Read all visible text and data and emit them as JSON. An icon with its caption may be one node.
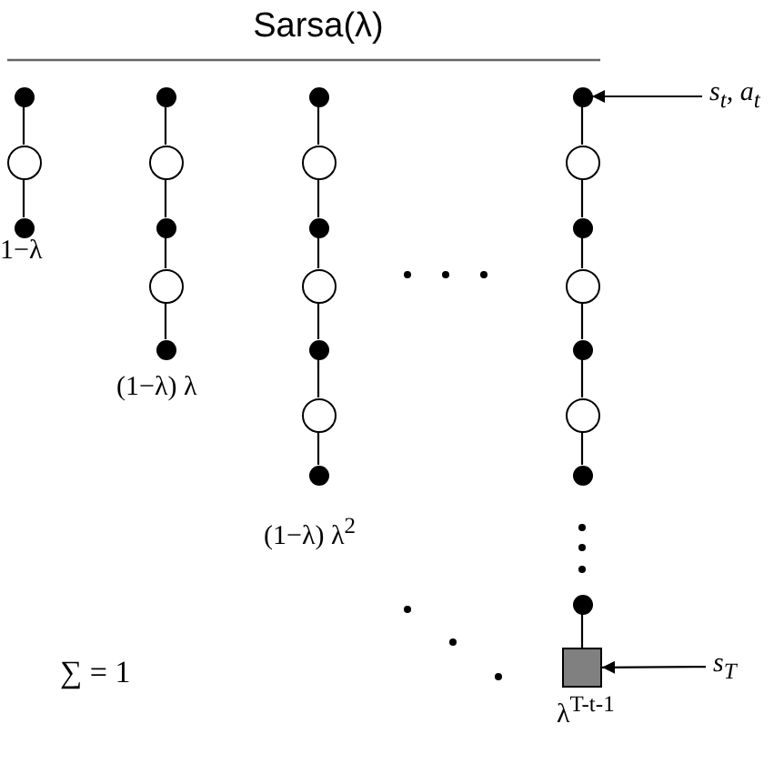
{
  "diagram": {
    "title": "Sarsa(λ)",
    "nodes": [
      {
        "text": [],
        "shape": "circle"
      },
      {
        "text": [],
        "shape": "circle"
      },
      {
        "text": [],
        "shape": "circle"
      },
      {
        "text": [],
        "shape": "circle"
      },
      {
        "text": [],
        "shape": "circle"
      },
      {
        "text": [],
        "shape": "circle"
      },
      {
        "text": [],
        "shape": "circle"
      },
      {
        "text": [],
        "shape": "circle"
      },
      {
        "text": [],
        "shape": "circle"
      },
      {
        "text": [],
        "shape": "circle"
      },
      {
        "text": [],
        "shape": "circle"
      },
      {
        "text": [],
        "shape": "circle"
      },
      {
        "text": [],
        "shape": "circle"
      },
      {
        "text": [],
        "shape": "circle"
      },
      {
        "text": [],
        "shape": "circle"
      },
      {
        "text": [],
        "shape": "circle"
      },
      {
        "text": [],
        "shape": "circle"
      },
      {
        "text": [],
        "shape": "circle"
      },
      {
        "text": [],
        "shape": "circle"
      },
      {
        "text": [],
        "shape": "circle"
      },
      {
        "text": [],
        "shape": "circle"
      },
      {
        "text": [],
        "shape": "circle"
      },
      {
        "text": [],
        "shape": "circle"
      },
      {
        "text": [],
        "shape": "box"
      },
      {
        "text": [
          "s$_{t}$, a$_{t}$"
        ]
      },
      {
        "text": [
          "s$_{T}$"
        ]
      }
    ],
    "edges": [
      {
        "from": 0,
        "to": 1,
        "arrow": "none"
      },
      {
        "from": 1,
        "to": 2,
        "arrow": "none"
      },
      {
        "from": 3,
        "to": 4,
        "arrow": "none"
      },
      {
        "from": 4,
        "to": 5,
        "arrow": "none"
      },
      {
        "from": 5,
        "to": 6,
        "arrow": "none"
      },
      {
        "from": 6,
        "to": 7,
        "arrow": "none"
      },
      {
        "from": 8,
        "to": 9,
        "arrow": "none"
      },
      {
        "from": 9,
        "to": 10,
        "arrow": "none"
      },
      {
        "from": 10,
        "to": 11,
        "arrow": "none"
      },
      {
        "from": 11,
        "to": 12,
        "arrow": "none"
      },
      {
        "from": 12,
        "to": 13,
        "arrow": "none"
      },
      {
        "from": 13,
        "to": 14,
        "arrow": "none"
      },
      {
        "from": 15,
        "to": 16,
        "arrow": "none"
      },
      {
        "from": 16,
        "to": 17,
        "arrow": "none"
      },
      {
        "from": 17,
        "to": 18,
        "arrow": "none"
      },
      {
        "from": 18,
        "to": 19,
        "arrow": "none"
      },
      {
        "from": 19,
        "to": 20,
        "arrow": "none"
      },
      {
        "from": 20,
        "to": 21,
        "arrow": "none"
      },
      {
        "from": 22,
        "to": 23,
        "arrow": "none"
      },
      {
        "from": 24,
        "to": 15,
        "arrow": "to"
      },
      {
        "from": 25,
        "to": 23,
        "arrow": "to"
      }
    ],
    "labels": [
      "1−λ",
      "(1−λ) λ",
      "(1−λ) λ$^{2}$",
      "∑ = 1",
      "λ$^{T-t-1}$"
    ]
  }
}
